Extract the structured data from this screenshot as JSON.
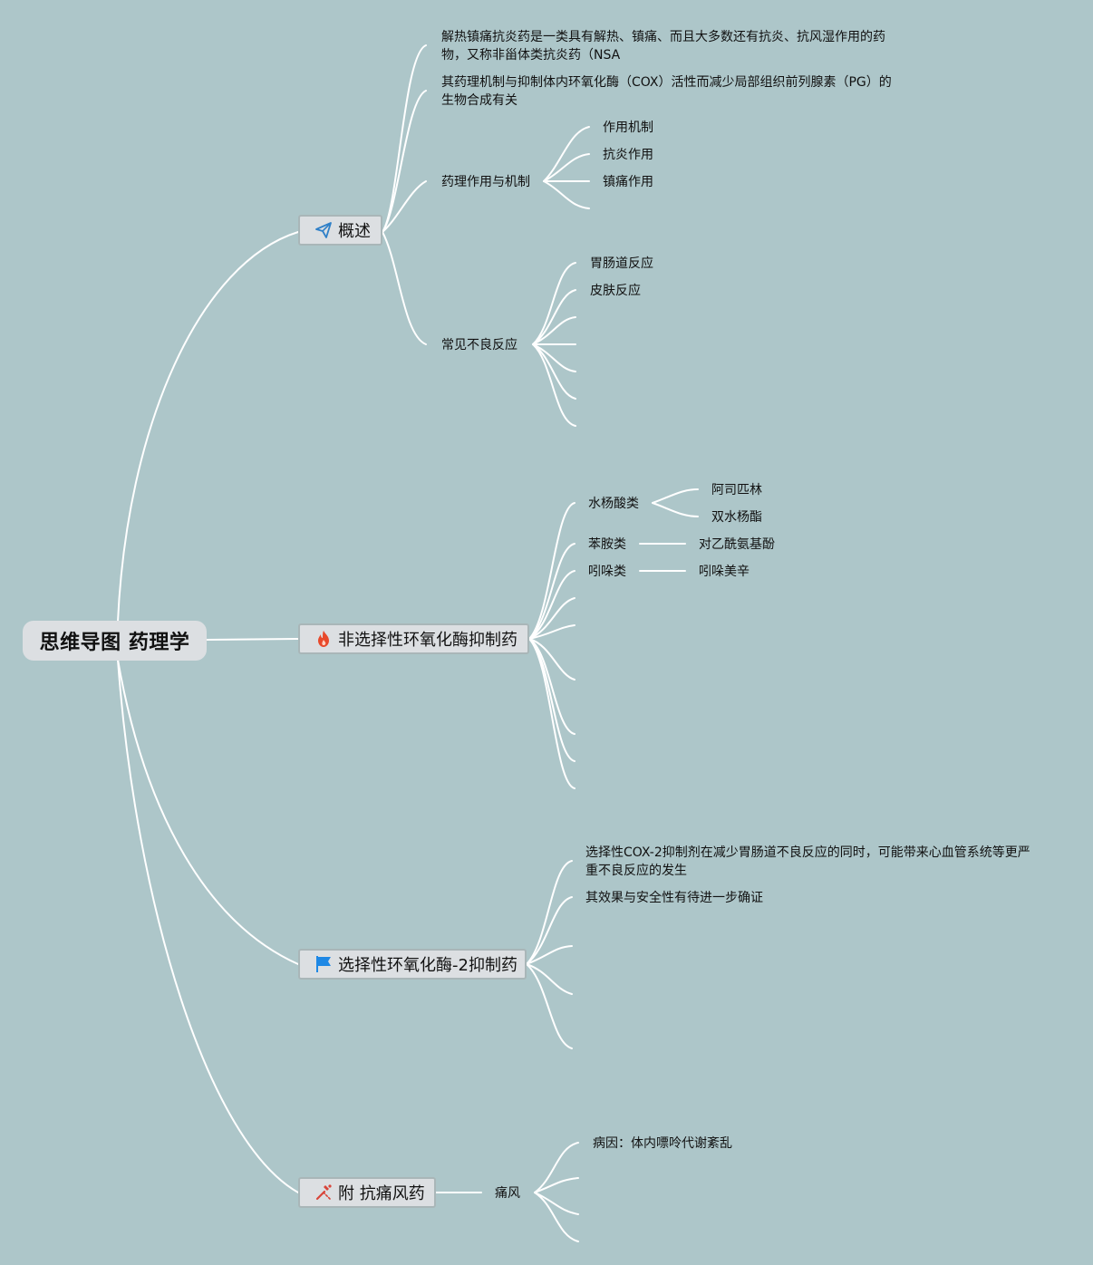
{
  "root": {
    "title": "思维导图 药理学"
  },
  "branches": {
    "overview": {
      "label": "概述",
      "icon": "paper-plane-icon",
      "definition": "解热镇痛抗炎药是一类具有解热、镇痛、而且大多数还有抗炎、抗风湿作用的药物，又称非甾体类抗炎药（NSA",
      "mechanism_note": "其药理机制与抑制体内环氧化酶（COX）活性而减少局部组织前列腺素（PG）的生物合成有关",
      "pharmacology": {
        "label": "药理作用与机制",
        "items": [
          "作用机制",
          "抗炎作用",
          "镇痛作用"
        ]
      },
      "adverse": {
        "label": "常见不良反应",
        "items": [
          "胃肠道反应",
          "皮肤反应"
        ]
      }
    },
    "nonselective": {
      "label": "非选择性环氧化酶抑制药",
      "icon": "fire-icon",
      "salicylates": {
        "label": "水杨酸类",
        "items": [
          "阿司匹林",
          "双水杨酯"
        ]
      },
      "anilines": {
        "label": "苯胺类",
        "item": "对乙酰氨基酚"
      },
      "indoles": {
        "label": "吲哚类",
        "item": "吲哚美辛"
      }
    },
    "selective": {
      "label": "选择性环氧化酶-2抑制药",
      "icon": "flag-icon",
      "note1": "选择性COX-2抑制剂在减少胃肠道不良反应的同时，可能带来心血管系统等更严重不良反应的发生",
      "note2": "其效果与安全性有待进一步确证"
    },
    "gout": {
      "label": "附 抗痛风药",
      "icon": "tools-icon",
      "disease": {
        "label": "痛风",
        "cause": "病因：体内嘌呤代谢紊乱"
      }
    }
  },
  "colors": {
    "background": "#adc6c9",
    "node": "#dcdfe2",
    "connector": "#ffffff",
    "plane": "#2f80c8",
    "fire": "#e8492b",
    "flag": "#1e88e5",
    "tools": "#d8453a"
  }
}
